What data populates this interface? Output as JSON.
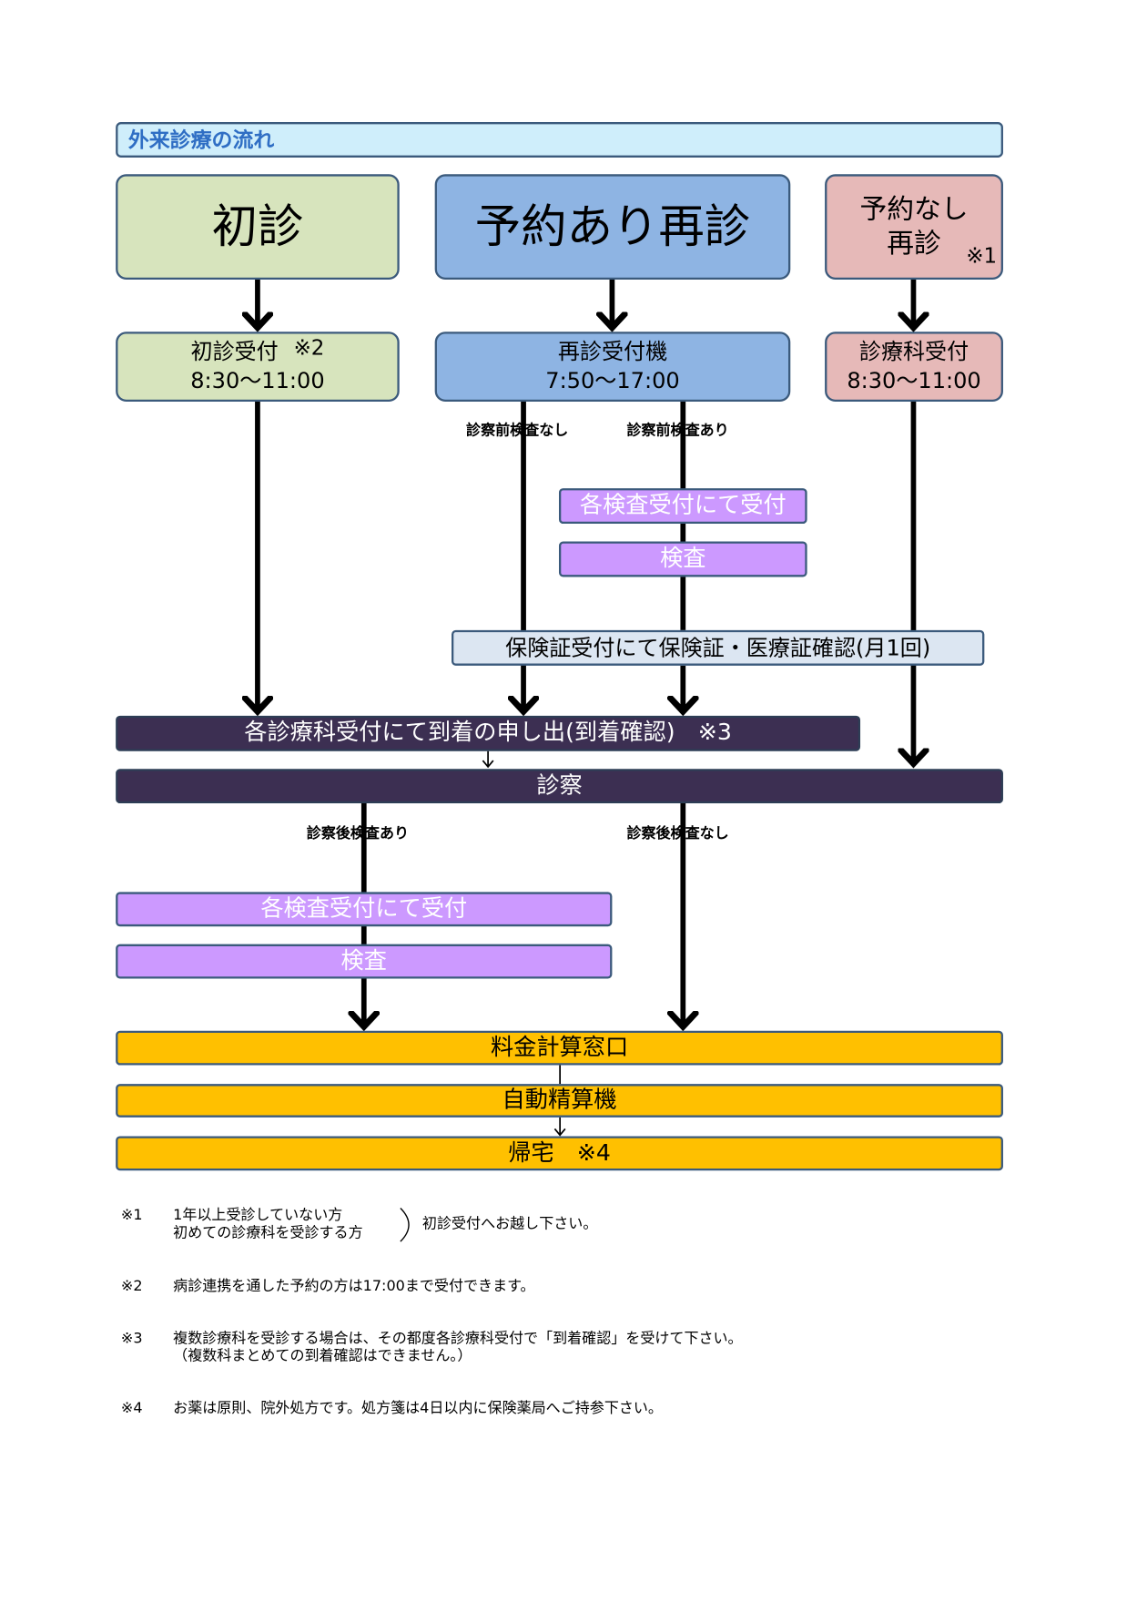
{
  "header": {
    "title": "外来診療の流れ"
  },
  "top": {
    "first_visit": "初診",
    "return_reserved": "予約あり再診",
    "return_unreserved_line1": "予約なし",
    "return_unreserved_line2": "再診",
    "return_unreserved_mark": "※1"
  },
  "reception": {
    "first_label": "初診受付",
    "first_mark": "※2",
    "first_hours": "8:30〜11:00",
    "machine_label": "再診受付機",
    "machine_hours": "7:50〜17:00",
    "dept_label": "診療科受付",
    "dept_hours": "8:30〜11:00"
  },
  "pre_exam": {
    "none": "診察前検査なし",
    "yes": "診察前検査あり",
    "test_reception": "各検査受付にて受付",
    "test": "検査"
  },
  "insurance": "保険証受付にて保険証・医療証確認(月1回)",
  "arrival": "各診療科受付にて到着の申し出(到着確認)　※3",
  "consult": "診察",
  "post_exam": {
    "yes": "診察後検査あり",
    "none": "診察後検査なし",
    "test_reception": "各検査受付にて受付",
    "test": "検査"
  },
  "billing": "料金計算窓口",
  "payment": "自動精算機",
  "home": "帰宅　※4",
  "notes": [
    {
      "mark": "※1",
      "lines": [
        "1年以上受診していない方",
        "初めての診療科を受診する方"
      ],
      "suffix": "初診受付へお越し下さい。"
    },
    {
      "mark": "※2",
      "lines": [
        "病診連携を通した予約の方は17:00まで受付できます。"
      ]
    },
    {
      "mark": "※3",
      "lines": [
        "複数診療科を受診する場合は、その都度各診療科受付で「到着確認」を受けて下さい。",
        "（複数科まとめての到着確認はできません。）"
      ]
    },
    {
      "mark": "※4",
      "lines": [
        "お薬は原則、院外処方です。処方箋は4日以内に保険薬局へご持参下さい。"
      ]
    }
  ]
}
